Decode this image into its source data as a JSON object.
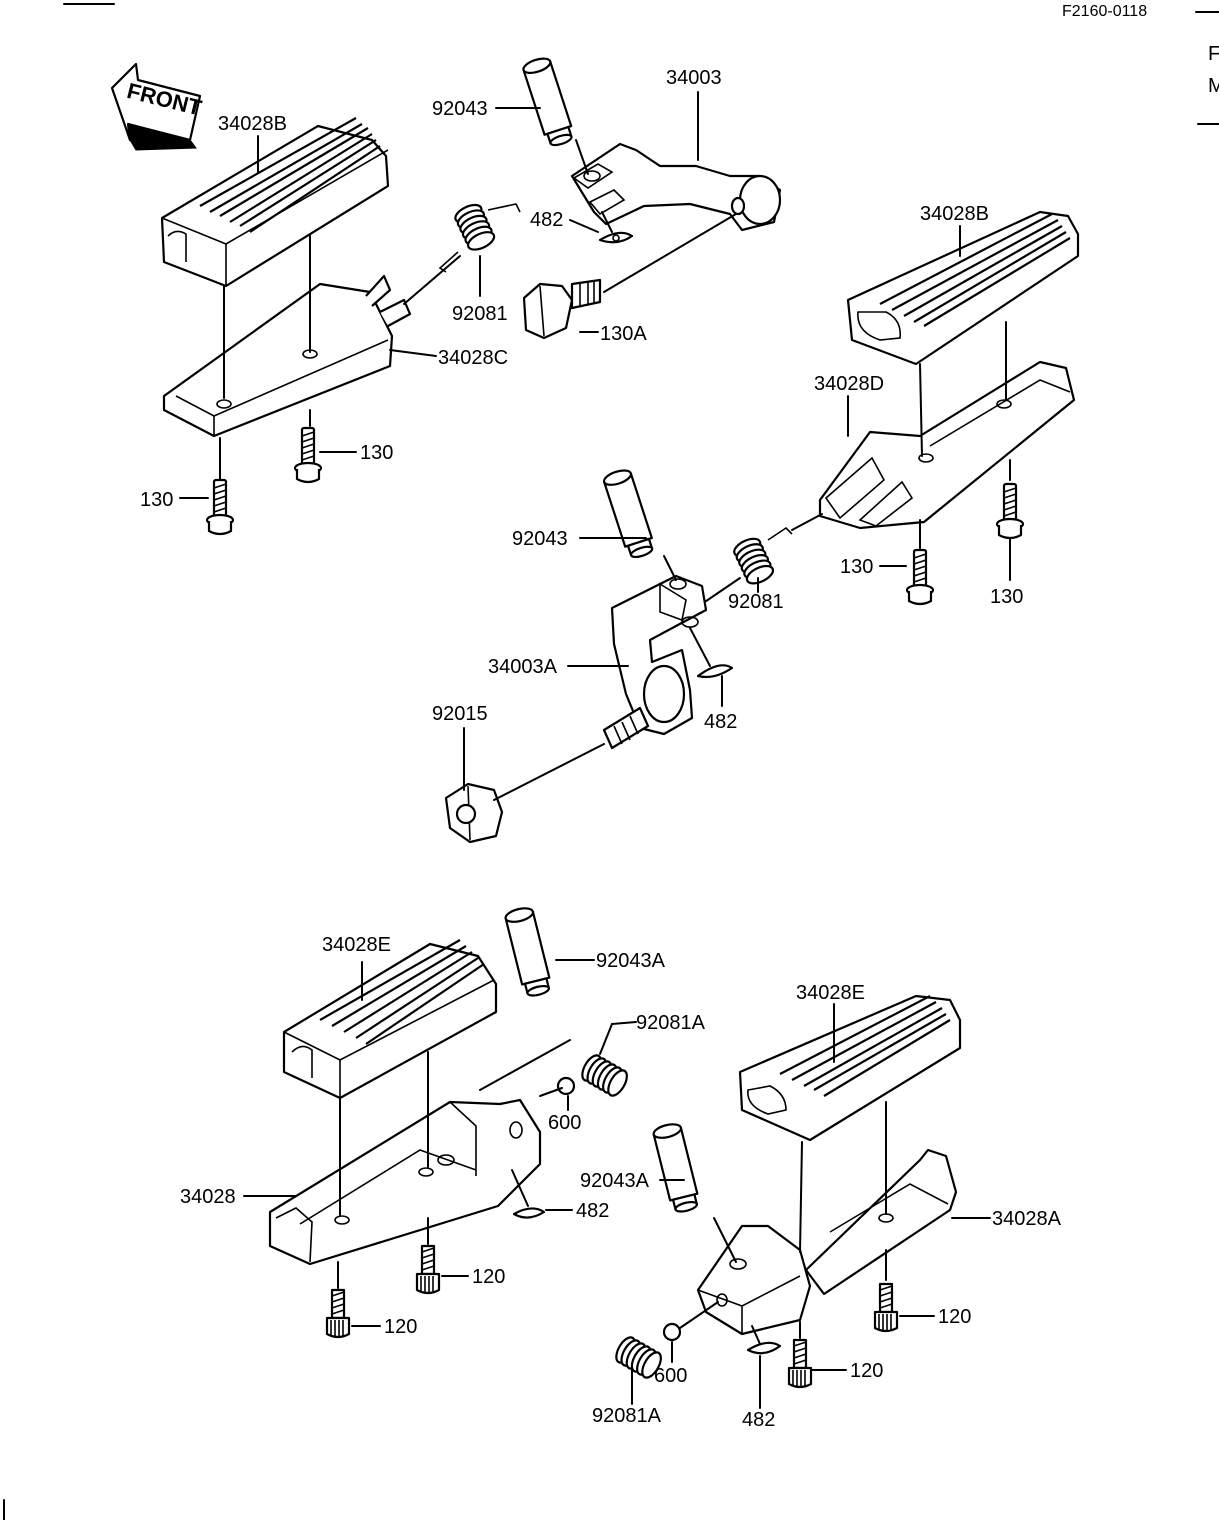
{
  "header": {
    "ref_code": "F2160-0118",
    "side_chars": [
      "F",
      "M"
    ]
  },
  "front_arrow": {
    "label": "FRONT"
  },
  "callouts": {
    "c_34003": "34003",
    "c_92043_a": "92043",
    "c_482_a": "482",
    "c_34028B_a": "34028B",
    "c_92081_a": "92081",
    "c_130A": "130A",
    "c_34028C": "34028C",
    "c_130_a": "130",
    "c_130_b": "130",
    "c_34028B_b": "34028B",
    "c_34028D": "34028D",
    "c_92043_b": "92043",
    "c_92081_b": "92081",
    "c_130_c": "130",
    "c_130_d": "130",
    "c_34003A": "34003A",
    "c_92015": "92015",
    "c_482_b": "482",
    "c_34028E_a": "34028E",
    "c_92043A_a": "92043A",
    "c_92081A_a": "92081A",
    "c_600_a": "600",
    "c_34028": "34028",
    "c_482_c": "482",
    "c_120_a": "120",
    "c_120_b": "120",
    "c_34028E_b": "34028E",
    "c_92043A_b": "92043A",
    "c_34028A": "34028A",
    "c_120_c": "120",
    "c_120_d": "120",
    "c_600_b": "600",
    "c_92081A_b": "92081A",
    "c_482_d": "482"
  }
}
